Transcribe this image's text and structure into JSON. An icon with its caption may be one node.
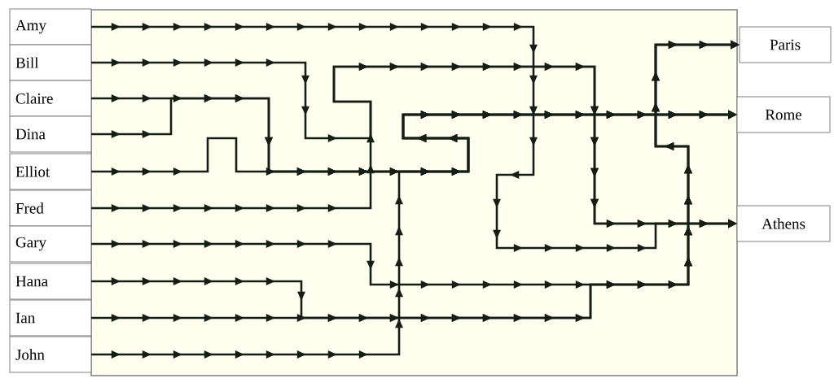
{
  "diagram": {
    "nodes": [
      {
        "text": [
          "Amy"
        ]
      },
      {
        "text": [
          "Bill"
        ]
      },
      {
        "text": [
          "Claire"
        ]
      },
      {
        "text": [
          "Dina"
        ]
      },
      {
        "text": [
          "Elliot"
        ]
      },
      {
        "text": [
          "Fred"
        ]
      },
      {
        "text": [
          "Gary"
        ]
      },
      {
        "text": [
          "Hana"
        ]
      },
      {
        "text": [
          "Ian"
        ]
      },
      {
        "text": [
          "John"
        ]
      },
      {
        "text": [
          "Paris"
        ]
      },
      {
        "text": [
          "Rome"
        ]
      },
      {
        "text": [
          "Athens"
        ]
      }
    ],
    "edges": [
      {
        "from": 0,
        "to": 12,
        "arrow": "to"
      },
      {
        "from": 1,
        "to": 12,
        "arrow": "to"
      },
      {
        "from": 2,
        "to": 11,
        "arrow": "to"
      },
      {
        "from": 3,
        "to": 11,
        "arrow": "to"
      },
      {
        "from": 4,
        "to": 11,
        "arrow": "to"
      },
      {
        "from": 5,
        "to": 12,
        "arrow": "to"
      },
      {
        "from": 6,
        "to": 10,
        "arrow": "to"
      },
      {
        "from": 7,
        "to": 10,
        "arrow": "to"
      },
      {
        "from": 8,
        "to": 10,
        "arrow": "to"
      },
      {
        "from": 9,
        "to": 11,
        "arrow": "to"
      }
    ]
  }
}
